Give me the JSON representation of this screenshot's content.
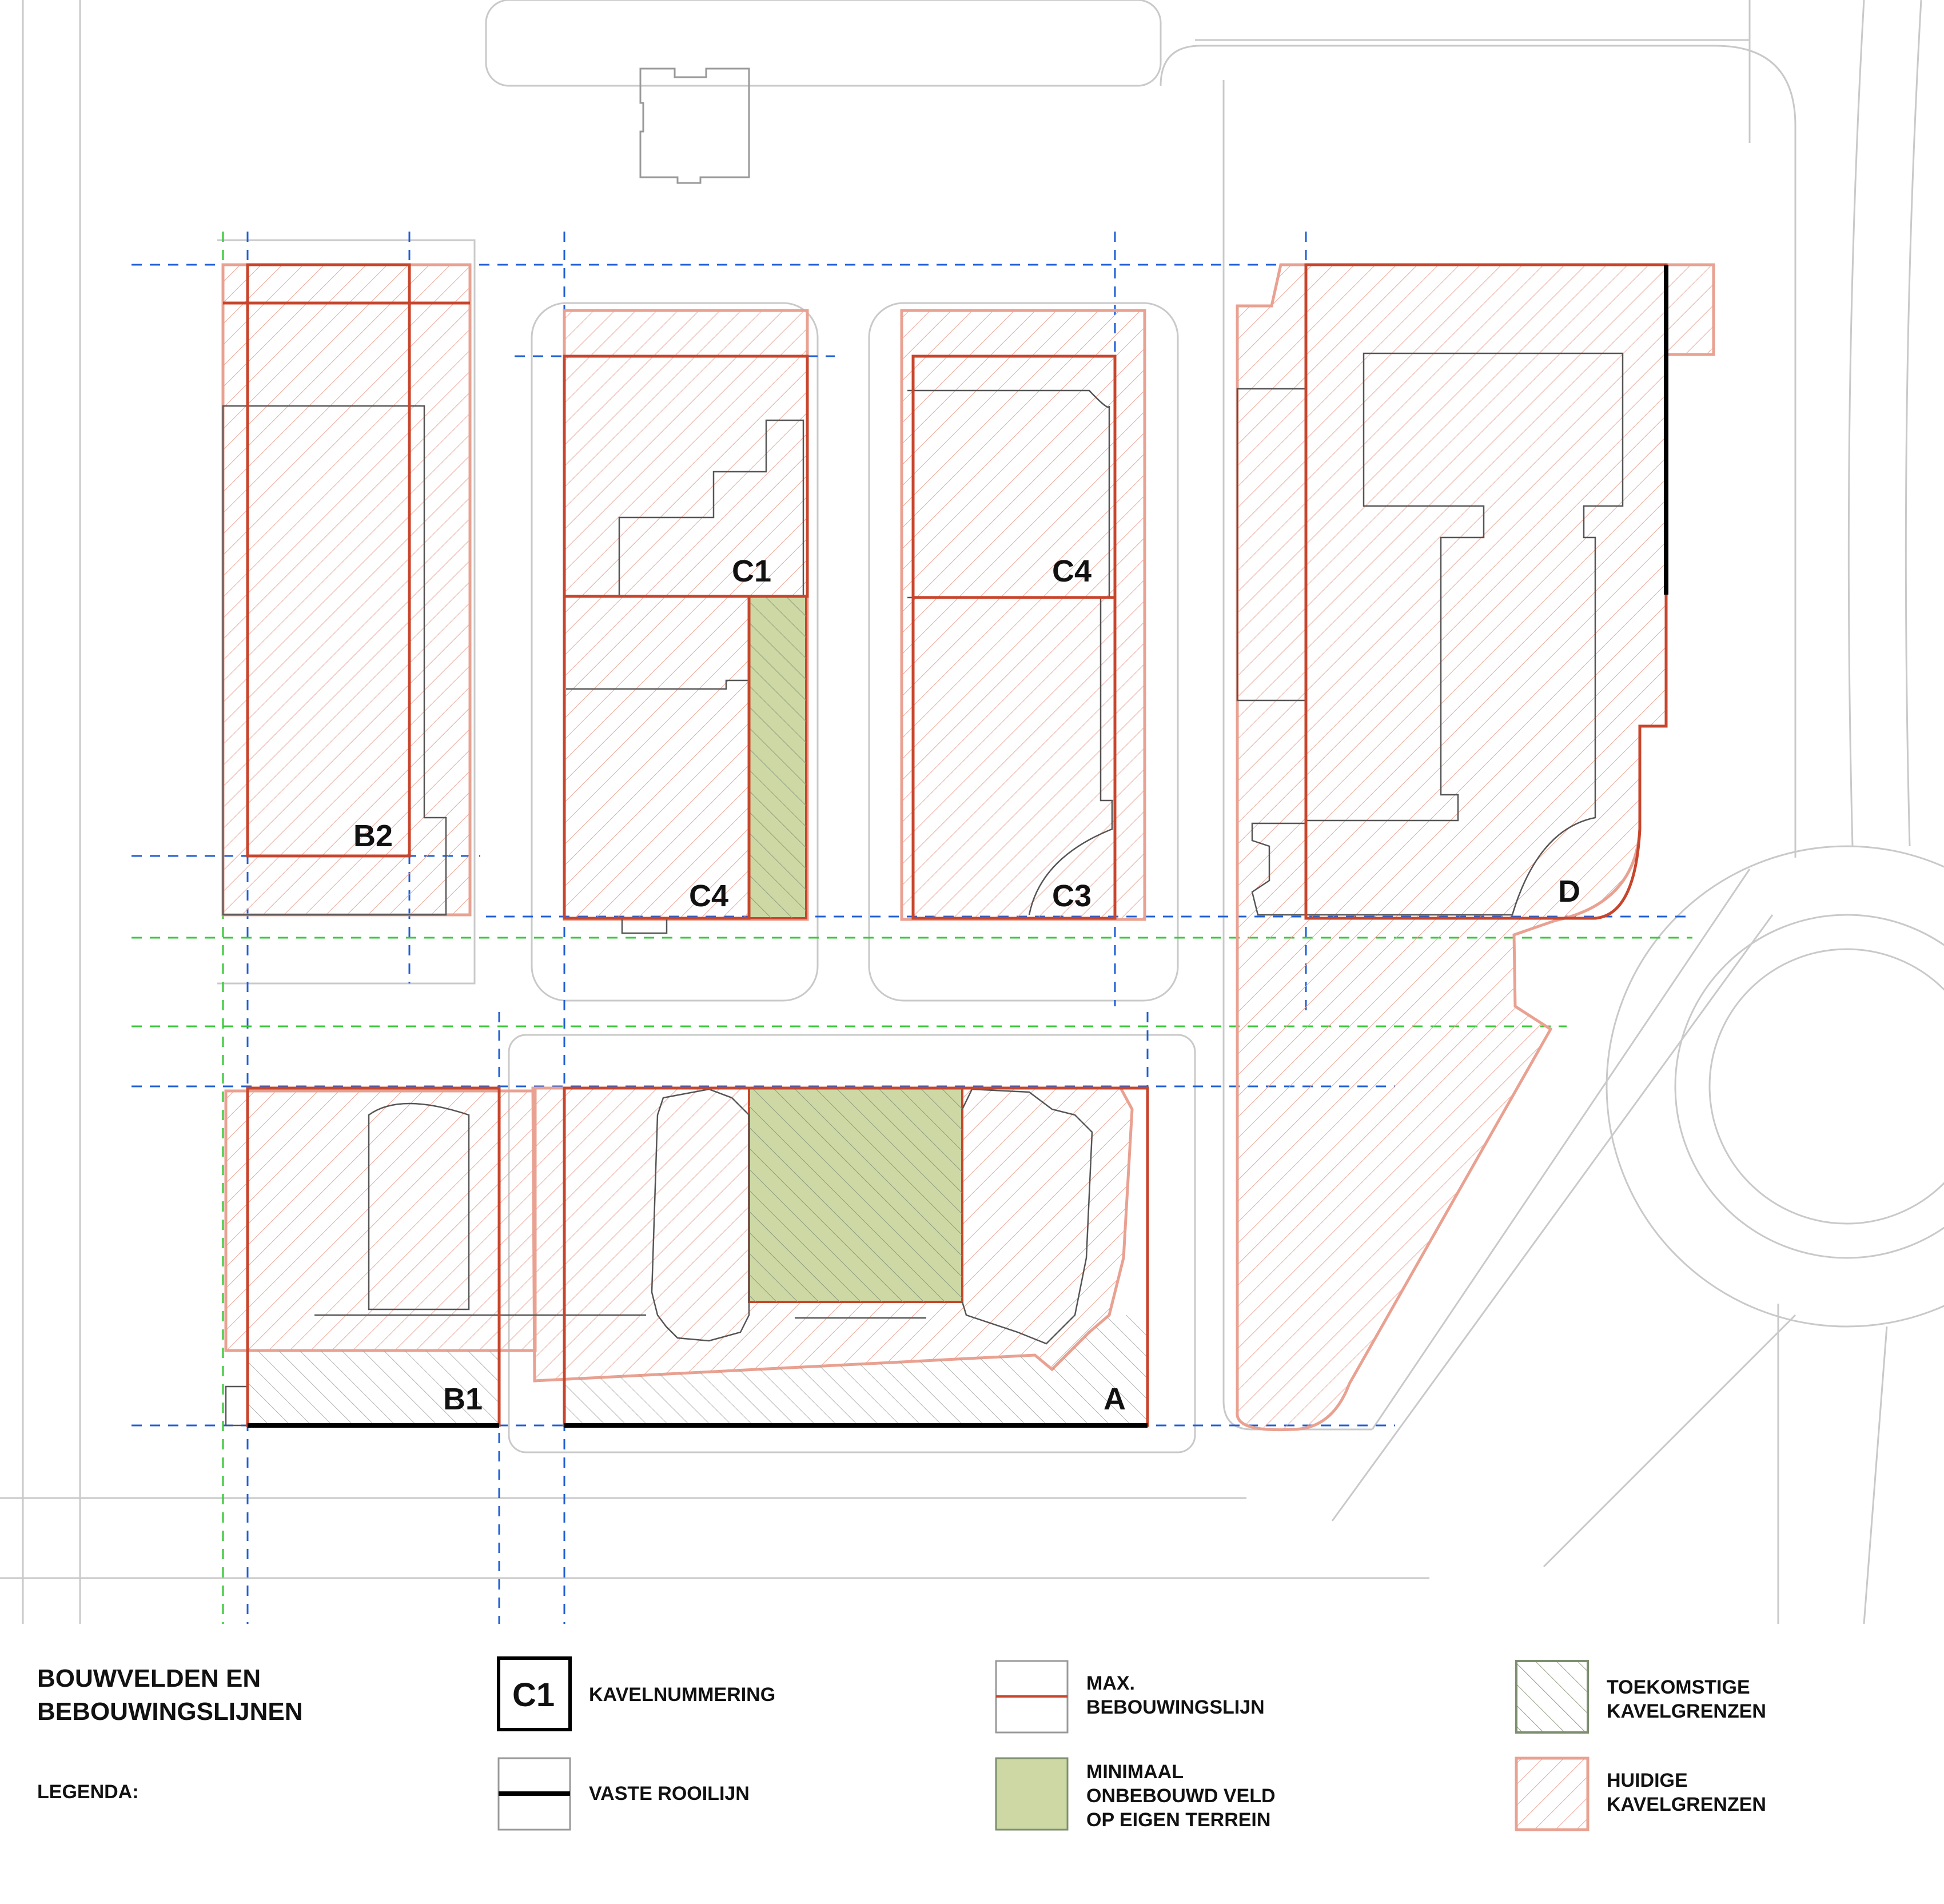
{
  "colors": {
    "max_line": "#c8452c",
    "current_parcel": "#e9a191",
    "future_parcel": "#7d8f6e",
    "unbuilt_fill": "#cdd8a4",
    "grid_blue": "#1f5fd6",
    "grid_green": "#39c83a",
    "context": "#c9c9c9",
    "roof": "#555555",
    "fixed_line": "#000000"
  },
  "plot_labels": {
    "b2": "B2",
    "c1": "C1",
    "c4_top": "C4",
    "c4_bottom": "C4",
    "c3": "C3",
    "d": "D",
    "b1": "B1",
    "a": "A"
  },
  "legend": {
    "title_line1": "BOUWVELDEN EN",
    "title_line2": "BEBOUWINGSLIJNEN",
    "subtitle": "LEGENDA:",
    "items": {
      "kavelnummering": {
        "symbol": "C1",
        "label": "KAVELNUMMERING"
      },
      "vaste_rooilijn": {
        "label": "VASTE ROOILIJN"
      },
      "max_bebouwingslijn": {
        "line1": "MAX.",
        "line2": "BEBOUWINGSLIJN"
      },
      "onbebouwd": {
        "line1": "MINIMAAL",
        "line2": "ONBEBOUWD VELD",
        "line3": "OP EIGEN TERREIN"
      },
      "toekomstig": {
        "line1": "TOEKOMSTIGE",
        "line2": "KAVELGRENZEN"
      },
      "huidig": {
        "line1": "HUIDIGE",
        "line2": "KAVELGRENZEN"
      }
    }
  }
}
